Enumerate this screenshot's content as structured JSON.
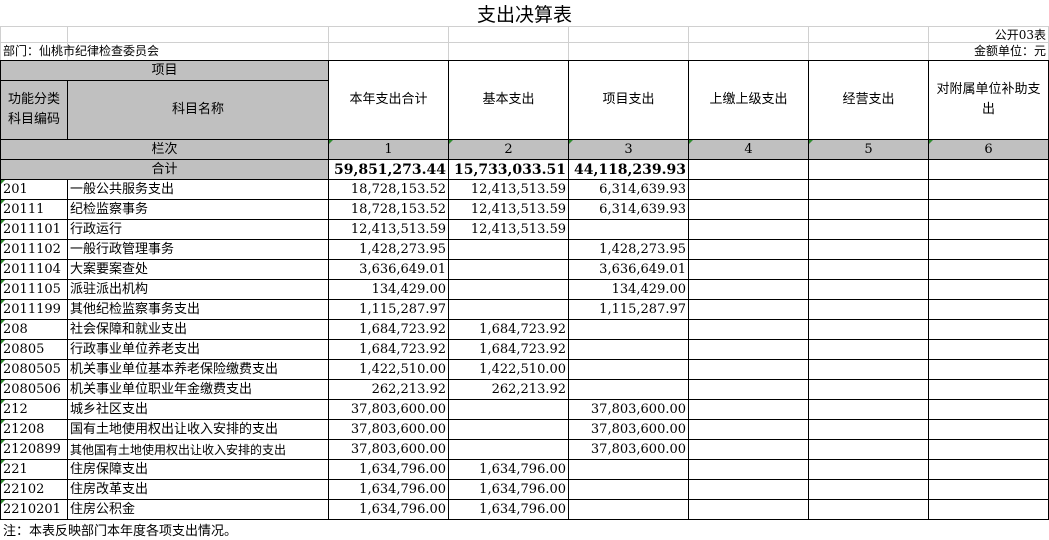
{
  "title": "支出决算表",
  "form_code": "公开03表",
  "department": "部门：仙桃市纪律检查委员会",
  "unit": "金额单位：元",
  "header": {
    "item": "项目",
    "func_code": "功能分类科目编码",
    "subject_name": "科目名称",
    "col1": "本年支出合计",
    "col2": "基本支出",
    "col3": "项目支出",
    "col4": "上缴上级支出",
    "col5": "经营支出",
    "col6": "对附属单位补助支出",
    "lanci": "栏次",
    "n1": "1",
    "n2": "2",
    "n3": "3",
    "n4": "4",
    "n5": "5",
    "n6": "6"
  },
  "total": {
    "label": "合计",
    "c1": "59,851,273.44",
    "c2": "15,733,033.51",
    "c3": "44,118,239.93"
  },
  "rows": [
    {
      "code": "201",
      "name": "一般公共服务支出",
      "c1": "18,728,153.52",
      "c2": "12,413,513.59",
      "c3": "6,314,639.93"
    },
    {
      "code": "20111",
      "name": "纪检监察事务",
      "c1": "18,728,153.52",
      "c2": "12,413,513.59",
      "c3": "6,314,639.93"
    },
    {
      "code": "2011101",
      "name": "行政运行",
      "c1": "12,413,513.59",
      "c2": "12,413,513.59",
      "c3": ""
    },
    {
      "code": "2011102",
      "name": "一般行政管理事务",
      "c1": "1,428,273.95",
      "c2": "",
      "c3": "1,428,273.95"
    },
    {
      "code": "2011104",
      "name": "大案要案查处",
      "c1": "3,636,649.01",
      "c2": "",
      "c3": "3,636,649.01"
    },
    {
      "code": "2011105",
      "name": "派驻派出机构",
      "c1": "134,429.00",
      "c2": "",
      "c3": "134,429.00"
    },
    {
      "code": "2011199",
      "name": "其他纪检监察事务支出",
      "c1": "1,115,287.97",
      "c2": "",
      "c3": "1,115,287.97"
    },
    {
      "code": "208",
      "name": "社会保障和就业支出",
      "c1": "1,684,723.92",
      "c2": "1,684,723.92",
      "c3": ""
    },
    {
      "code": "20805",
      "name": "行政事业单位养老支出",
      "c1": "1,684,723.92",
      "c2": "1,684,723.92",
      "c3": ""
    },
    {
      "code": "2080505",
      "name": "机关事业单位基本养老保险缴费支出",
      "c1": "1,422,510.00",
      "c2": "1,422,510.00",
      "c3": ""
    },
    {
      "code": "2080506",
      "name": "机关事业单位职业年金缴费支出",
      "c1": "262,213.92",
      "c2": "262,213.92",
      "c3": ""
    },
    {
      "code": "212",
      "name": "城乡社区支出",
      "c1": "37,803,600.00",
      "c2": "",
      "c3": "37,803,600.00"
    },
    {
      "code": "21208",
      "name": "国有土地使用权出让收入安排的支出",
      "c1": "37,803,600.00",
      "c2": "",
      "c3": "37,803,600.00"
    },
    {
      "code": "2120899",
      "name": "其他国有土地使用权出让收入安排的支出",
      "c1": "37,803,600.00",
      "c2": "",
      "c3": "37,803,600.00"
    },
    {
      "code": "221",
      "name": "住房保障支出",
      "c1": "1,634,796.00",
      "c2": "1,634,796.00",
      "c3": ""
    },
    {
      "code": "22102",
      "name": "住房改革支出",
      "c1": "1,634,796.00",
      "c2": "1,634,796.00",
      "c3": ""
    },
    {
      "code": "2210201",
      "name": "住房公积金",
      "c1": "1,634,796.00",
      "c2": "1,634,796.00",
      "c3": ""
    }
  ],
  "note": "注：本表反映部门本年度各项支出情况。"
}
